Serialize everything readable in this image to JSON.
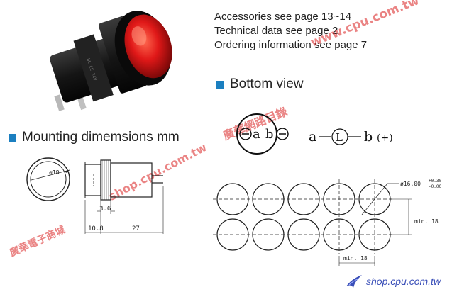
{
  "notes": {
    "accessories": "Accessories see page 13~14",
    "technical": "Technical data see page 2",
    "ordering": "Ordering information see page 7"
  },
  "headings": {
    "bottom_view": "Bottom view",
    "mounting": "Mounting dimemsions mm"
  },
  "bottom_view": {
    "terminal_a": "a",
    "terminal_b": "b",
    "symbol_left": "a",
    "symbol_lamp": "L",
    "symbol_right": "b",
    "symbol_plus": "(+)"
  },
  "mounting": {
    "diameter": "ø18",
    "dim_thread": "3.6",
    "dim_front": "10.8",
    "dim_body": "27"
  },
  "panel": {
    "hole_diameter": "ø16.00",
    "tol_plus": "+0.30",
    "tol_minus": "-0.00",
    "pitch_vertical": "min. 18",
    "pitch_horizontal": "min. 18"
  },
  "watermarks": {
    "url_top": "www.cpu.com.tw",
    "chinese_1": "廣華網路目錄",
    "url_mid": "shop.cpu.com.tw",
    "chinese_2": "廣華電子商城",
    "footer": "shop.cpu.com.tw"
  },
  "colors": {
    "accent": "#1b7fc0",
    "lens_red": "#e01818",
    "watermark": "#dd3333",
    "footer_link": "#3a4fb8"
  }
}
